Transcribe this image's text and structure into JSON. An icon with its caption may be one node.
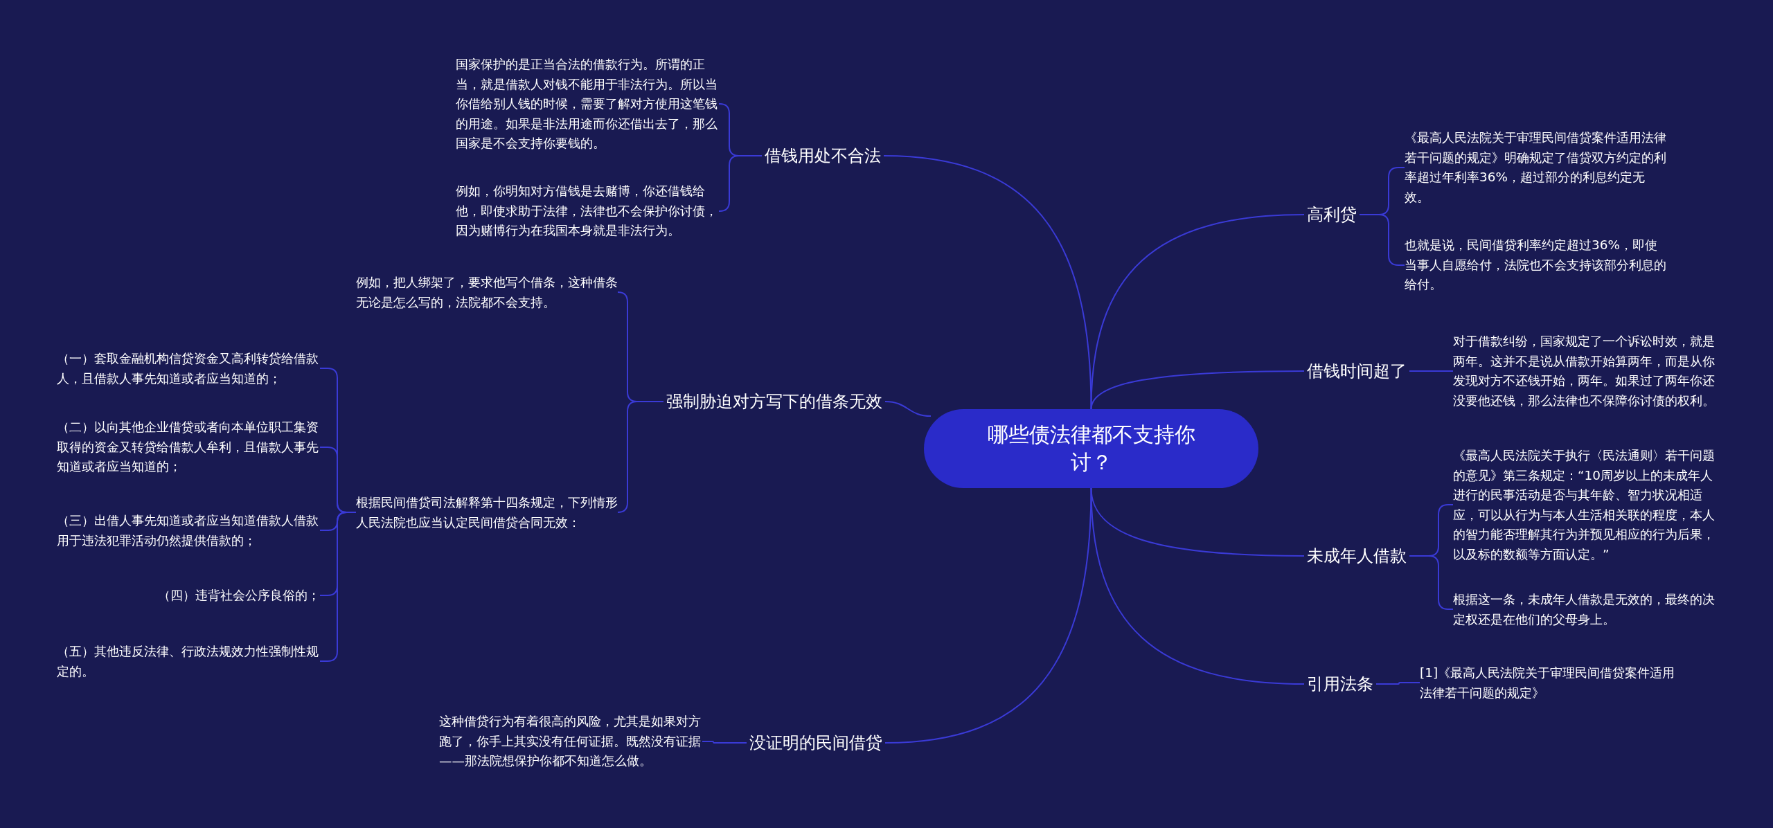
{
  "diagram": {
    "nodes": [
      {
        "text": [
          "哪些债法律都不支持你讨？"
        ]
      },
      {
        "text": [
          "借钱用处不合法"
        ]
      },
      {
        "text": [
          "国家保护的是正当合法的借款行为。所谓的正当，就是借款人对钱不能用于非法行为。所以当你借给别人钱的时候，需要了解对方使用这笔钱的用途。如果是非法用途而你还借出去了，那么国家是不会支持你要钱的。"
        ]
      },
      {
        "text": [
          "例如，你明知对方借钱是去赌博，你还借钱给他，即使求助于法律，法律也不会保护你讨债，因为赌博行为在我国本身就是非法行为。"
        ]
      },
      {
        "text": [
          "强制胁迫对方写下的借条无效"
        ]
      },
      {
        "text": [
          "例如，把人绑架了，要求他写个借条，这种借条无论是怎么写的，法院都不会支持。"
        ]
      },
      {
        "text": [
          "根据民间借贷司法解释第十四条规定，下列情形人民法院也应当认定民间借贷合同无效："
        ]
      },
      {
        "text": [
          "（一）套取金融机构信贷资金又高利转贷给借款人，且借款人事先知道或者应当知道的；"
        ]
      },
      {
        "text": [
          "（二）以向其他企业借贷或者向本单位职工集资取得的资金又转贷给借款人牟利，且借款人事先知道或者应当知道的；"
        ]
      },
      {
        "text": [
          "（三）出借人事先知道或者应当知道借款人借款用于违法犯罪活动仍然提供借款的；"
        ]
      },
      {
        "text": [
          "（四）违背社会公序良俗的；"
        ]
      },
      {
        "text": [
          "（五）其他违反法律、行政法规效力性强制性规定的。"
        ]
      },
      {
        "text": [
          "没证明的民间借贷"
        ]
      },
      {
        "text": [
          "这种借贷行为有着很高的风险，尤其是如果对方跑了，你手上其实没有任何证据。既然没有证据——那法院想保护你都不知道怎么做。"
        ]
      },
      {
        "text": [
          "高利贷"
        ]
      },
      {
        "text": [
          "《最高人民法院关于审理民间借贷案件适用法律若干问题的规定》明确规定了借贷双方约定的利率超过年利率36%，超过部分的利息约定无效。"
        ]
      },
      {
        "text": [
          "也就是说，民间借贷利率约定超过36%，即使当事人自愿给付，法院也不会支持该部分利息的给付。"
        ]
      },
      {
        "text": [
          "借钱时间超了"
        ]
      },
      {
        "text": [
          "对于借款纠纷，国家规定了一个诉讼时效，就是两年。这并不是说从借款开始算两年，而是从你发现对方不还钱开始，两年。如果过了两年你还没要他还钱，那么法律也不保障你讨债的权利。"
        ]
      },
      {
        "text": [
          "未成年人借款"
        ]
      },
      {
        "text": [
          "《最高人民法院关于执行〈民法通则〉若干问题的意见》第三条规定：“10周岁以上的未成年人进行的民事活动是否与其年龄、智力状况相适应，可以从行为与本人生活相关联的程度，本人的智力能否理解其行为并预见相应的行为后果，以及标的数额等方面认定。”"
        ]
      },
      {
        "text": [
          "根据这一条，未成年人借款是无效的，最终的决定权还是在他们的父母身上。"
        ]
      },
      {
        "text": [
          "引用法条"
        ]
      },
      {
        "text": [
          "[1]《最高人民法院关于审理民间借贷案件适用法律若干问题的规定》"
        ]
      }
    ],
    "edges": [
      {
        "from": 0,
        "to": 1,
        "arrow": "none"
      },
      {
        "from": 1,
        "to": 2,
        "arrow": "none"
      },
      {
        "from": 1,
        "to": 3,
        "arrow": "none"
      },
      {
        "from": 0,
        "to": 4,
        "arrow": "none"
      },
      {
        "from": 4,
        "to": 5,
        "arrow": "none"
      },
      {
        "from": 4,
        "to": 6,
        "arrow": "none"
      },
      {
        "from": 6,
        "to": 7,
        "arrow": "none"
      },
      {
        "from": 6,
        "to": 8,
        "arrow": "none"
      },
      {
        "from": 6,
        "to": 9,
        "arrow": "none"
      },
      {
        "from": 6,
        "to": 10,
        "arrow": "none"
      },
      {
        "from": 6,
        "to": 11,
        "arrow": "none"
      },
      {
        "from": 0,
        "to": 12,
        "arrow": "none"
      },
      {
        "from": 12,
        "to": 13,
        "arrow": "none"
      },
      {
        "from": 0,
        "to": 14,
        "arrow": "none"
      },
      {
        "from": 14,
        "to": 15,
        "arrow": "none"
      },
      {
        "from": 14,
        "to": 16,
        "arrow": "none"
      },
      {
        "from": 0,
        "to": 17,
        "arrow": "none"
      },
      {
        "from": 17,
        "to": 18,
        "arrow": "none"
      },
      {
        "from": 0,
        "to": 19,
        "arrow": "none"
      },
      {
        "from": 19,
        "to": 20,
        "arrow": "none"
      },
      {
        "from": 19,
        "to": 21,
        "arrow": "none"
      },
      {
        "from": 0,
        "to": 22,
        "arrow": "none"
      },
      {
        "from": 22,
        "to": 23,
        "arrow": "none"
      }
    ]
  }
}
